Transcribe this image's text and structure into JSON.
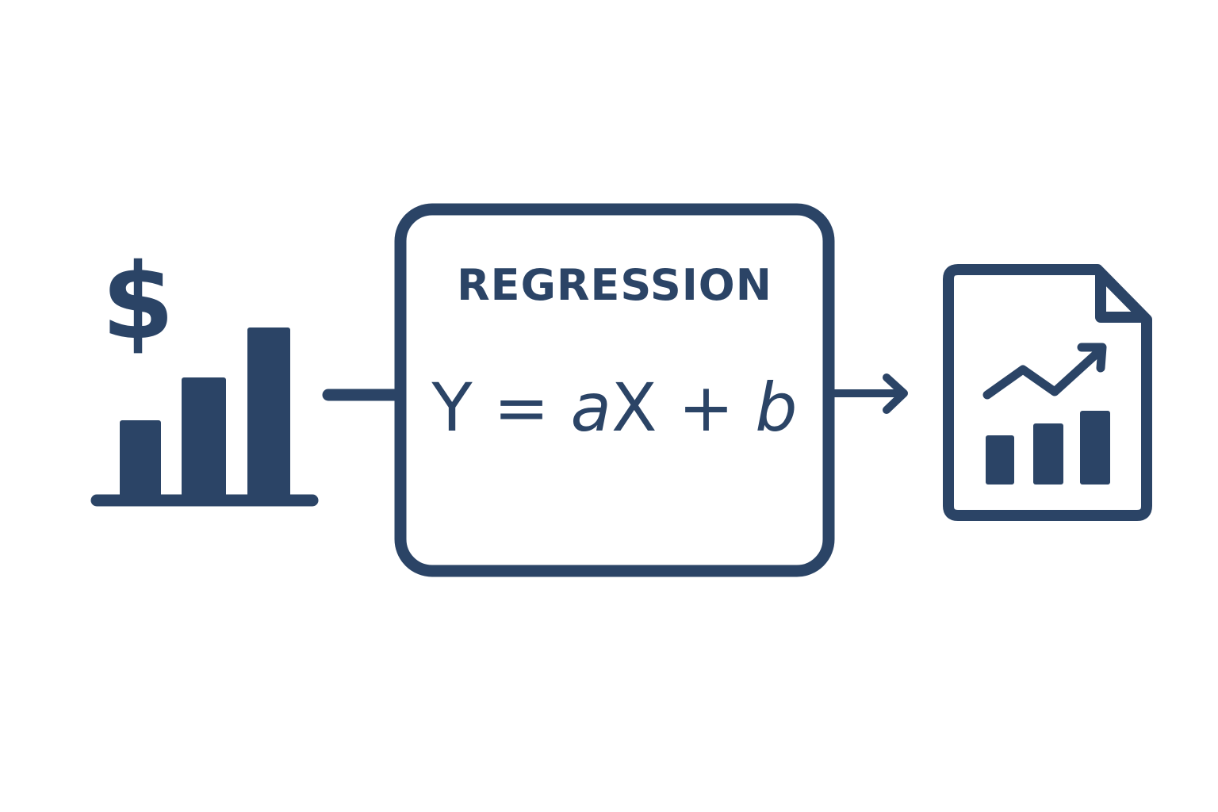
{
  "colors": {
    "primary": "#2b4466",
    "background": "#ffffff"
  },
  "input": {
    "icon": "dollar-bar-chart-icon",
    "symbol": "$"
  },
  "process_box": {
    "title": "REGRESSION",
    "formula": {
      "y": "Y",
      "equals": "=",
      "a": "a",
      "x": "X",
      "plus": "+",
      "b": "b"
    }
  },
  "output": {
    "icon": "report-document-chart-icon"
  }
}
